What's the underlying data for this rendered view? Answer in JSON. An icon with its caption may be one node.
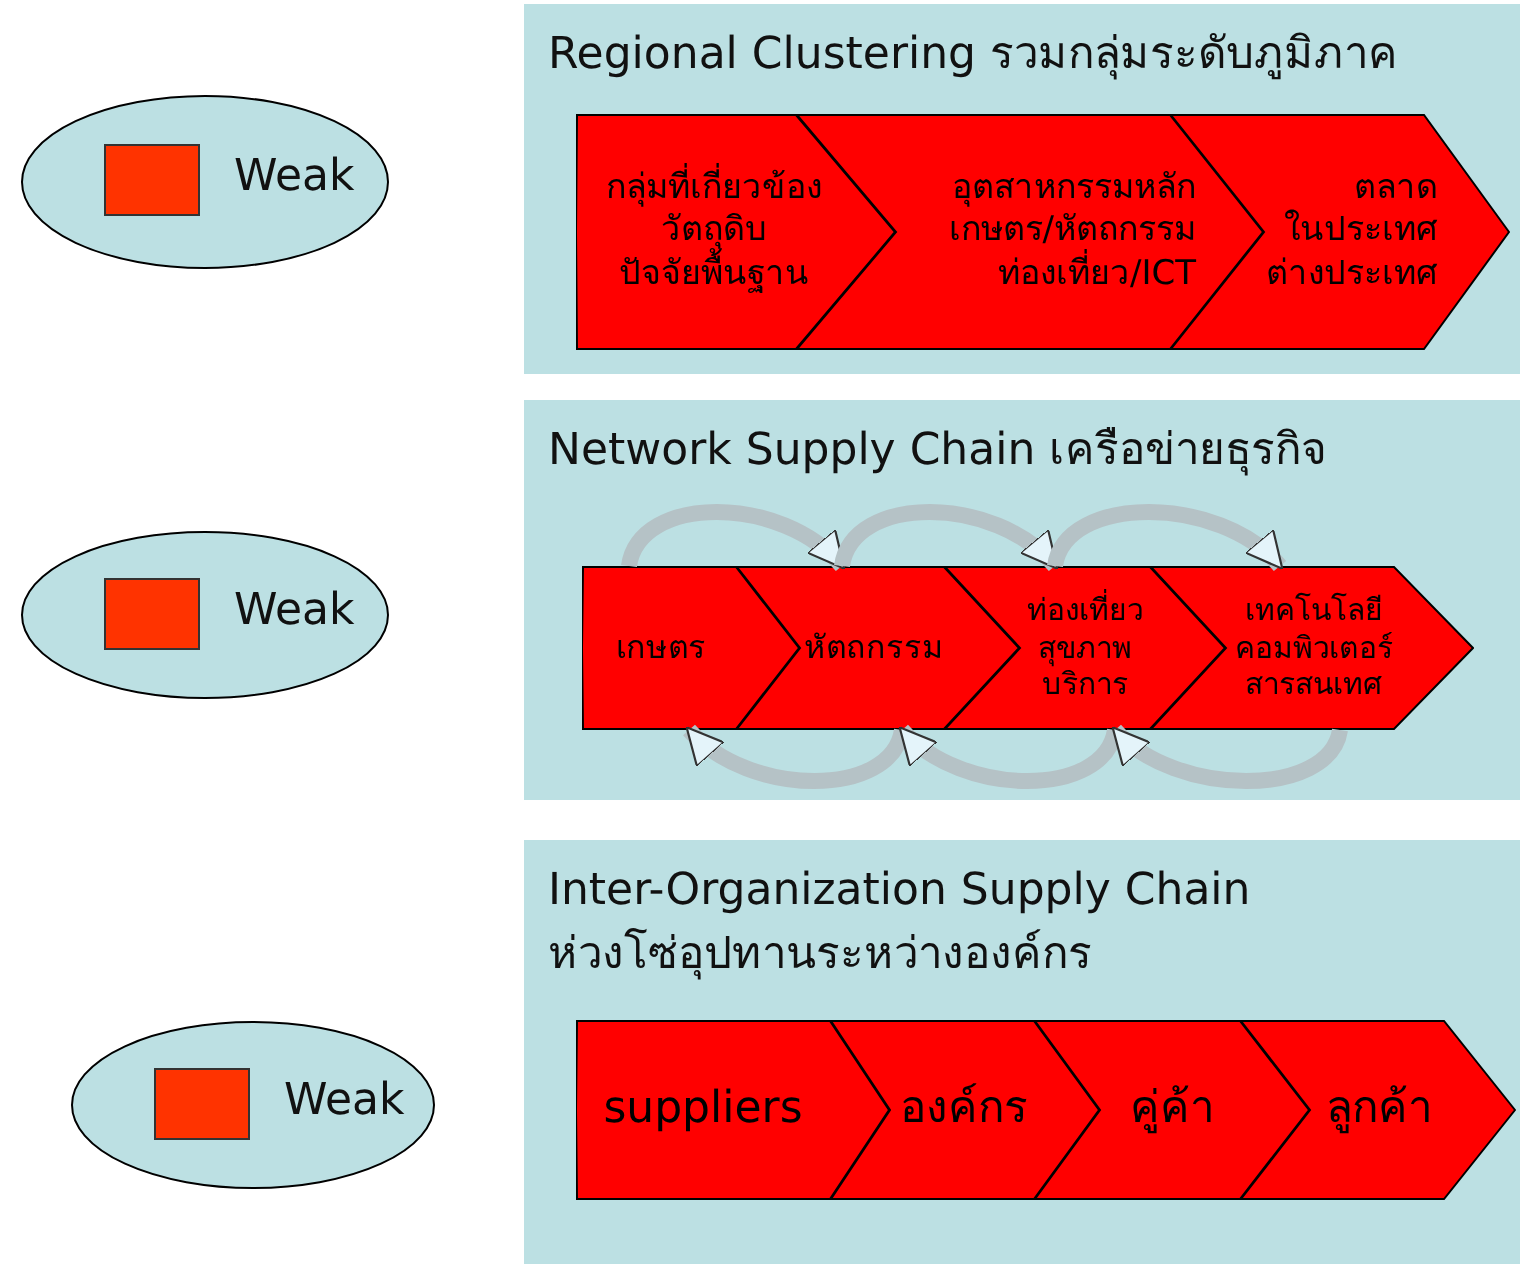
{
  "diagram": {
    "nodes": [
      {
        "text": [
          "Weak"
        ]
      },
      {
        "text": [
          "Regional Clustering รวมกลุ่มระดับภูมิภาค"
        ]
      },
      {
        "text": [
          "กลุ่มที่เกี่ยวข้อง วัตถุดิบ ปัจจัยพื้นฐาน"
        ],
        "in": 1
      },
      {
        "text": [
          "อุตสาหกรรมหลัก เกษตร/หัตถกรรม ท่องเที่ยว/ICT"
        ],
        "in": 1
      },
      {
        "text": [
          "ตลาด ในประเทศ ต่างประเทศ"
        ],
        "in": 1
      },
      {
        "text": [
          "Weak"
        ]
      },
      {
        "text": [
          "Network Supply Chain เครือข่ายธุรกิจ"
        ]
      },
      {
        "text": [
          "เกษตร"
        ],
        "in": 6
      },
      {
        "text": [
          "หัตถกรรม"
        ],
        "in": 6
      },
      {
        "text": [
          "ท่องเที่ยว สุขภาพ บริการ"
        ],
        "in": 6
      },
      {
        "text": [
          "เทคโนโลยี คอมพิวเตอร์ สารสนเทศ"
        ],
        "in": 6
      },
      {
        "text": [
          "Weak"
        ]
      },
      {
        "text": [
          "Inter-Organization Supply Chain ห่วงโซ่อุปทานระหว่างองค์กร"
        ]
      },
      {
        "text": [
          "suppliers"
        ],
        "in": 12
      },
      {
        "text": [
          "องค์กร"
        ],
        "in": 12
      },
      {
        "text": [
          "คู่ค้า"
        ],
        "in": 12
      },
      {
        "text": [
          "ลูกค้า"
        ],
        "in": 12
      }
    ],
    "edges": [
      {
        "from": 7,
        "to": 8,
        "arrow": "to"
      },
      {
        "from": 8,
        "to": 9,
        "arrow": "to"
      },
      {
        "from": 9,
        "to": 10,
        "arrow": "to"
      },
      {
        "from": 8,
        "to": 7,
        "arrow": "to"
      },
      {
        "from": 9,
        "to": 8,
        "arrow": "to"
      },
      {
        "from": 10,
        "to": 9,
        "arrow": "to"
      }
    ]
  }
}
